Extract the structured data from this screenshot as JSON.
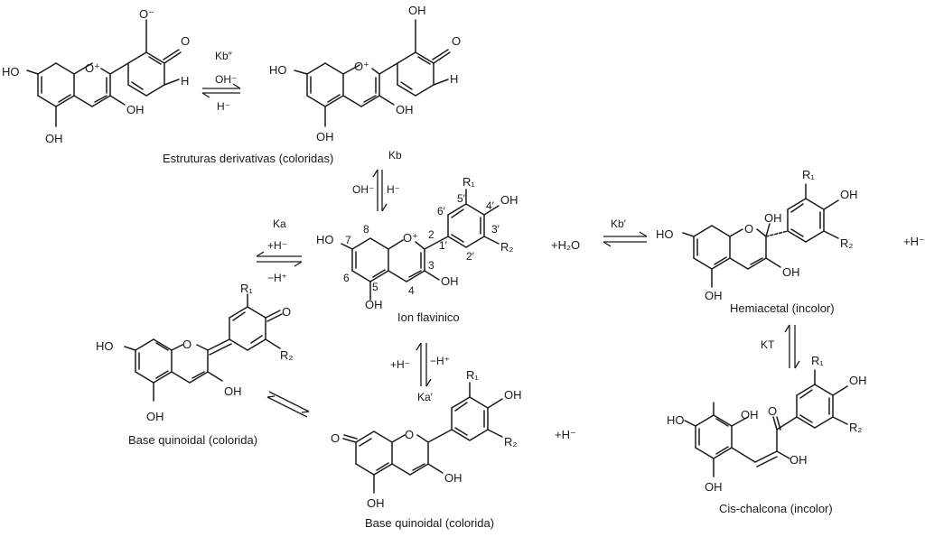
{
  "captions": {
    "derivative": "Estruturas derivativas (coloridas)",
    "flavylium": "Ion flavinico",
    "hemiacetal": "Hemiacetal (incolor)",
    "chalcone": "Cis-chalcona (incolor)",
    "quinoidal_left": "Base quinoidal (colorida)",
    "quinoidal_bottom": "Base quinoidal (colorida)"
  },
  "atoms": {
    "HO": "HO",
    "OH": "OH",
    "O": "O",
    "O_plus": "O⁺",
    "O_minus": "O⁻",
    "H": "H",
    "R1": "R₁",
    "R2": "R₂"
  },
  "ring_numbers": [
    "2",
    "3",
    "4",
    "5",
    "6",
    "7",
    "8",
    "1′",
    "2′",
    "3′",
    "4′",
    "5′",
    "6′"
  ],
  "equilibria": {
    "top": {
      "k": "Kb″",
      "forward": "OH⁻",
      "backward": "H⁻"
    },
    "vertical_top": {
      "k": "Kb",
      "left": "OH⁻",
      "right": "H⁻"
    },
    "left": {
      "k": "Ka",
      "top": "+H⁻",
      "bottom": "−H⁺"
    },
    "right": {
      "k": "Kb′",
      "extra": "+H₂O",
      "product_extra": "+H⁻"
    },
    "hemi_chalcone": {
      "k": "KT"
    },
    "bottom": {
      "k": "Ka′",
      "left": "+H⁻",
      "right": "−H⁺",
      "extra": "+H⁻"
    }
  }
}
